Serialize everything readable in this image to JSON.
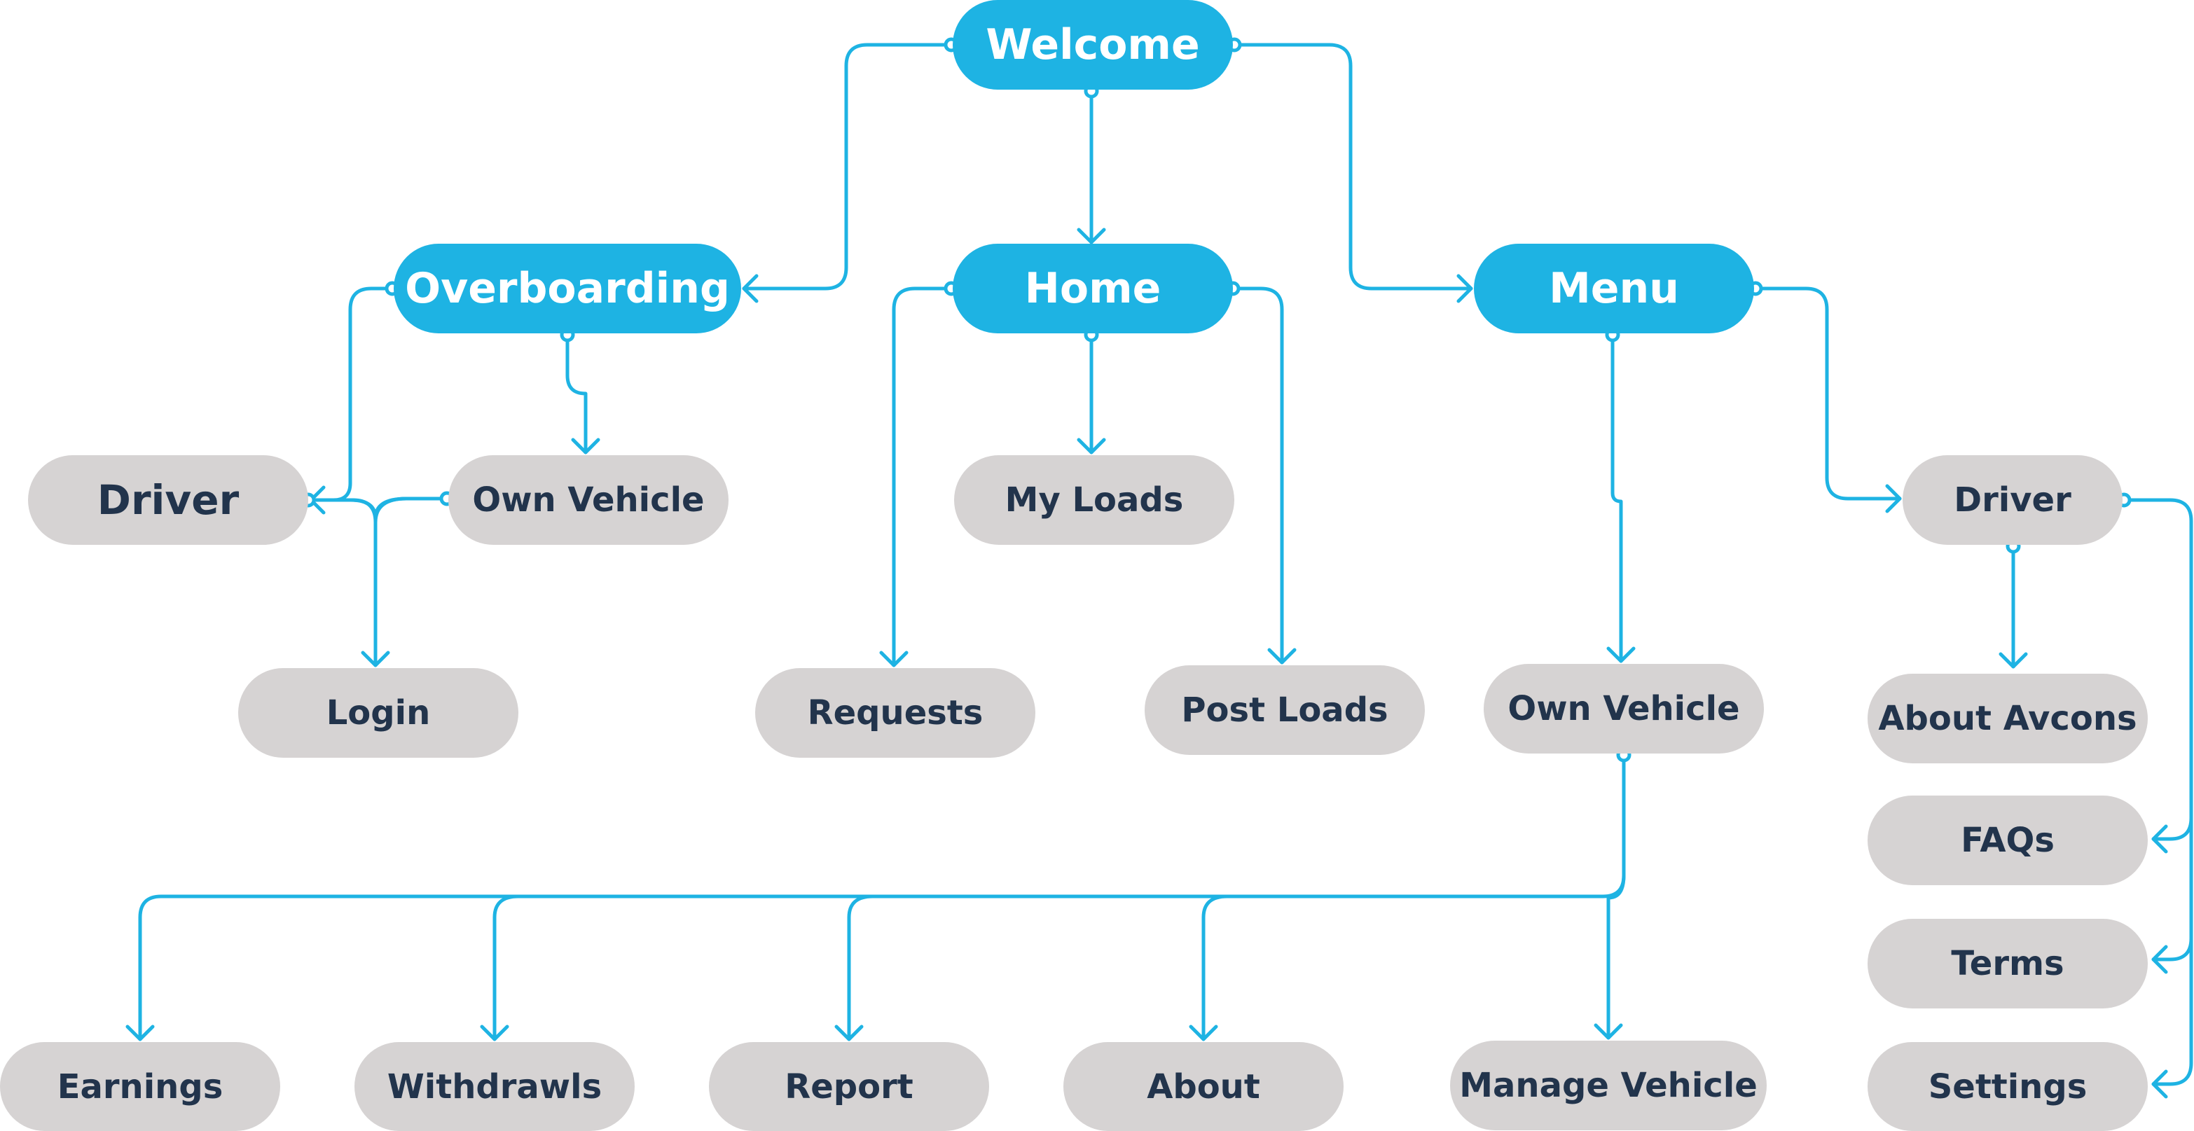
{
  "colors": {
    "primary": "#1eb3e3",
    "secondary": "#d6d3d3",
    "primary_text": "#ffffff",
    "secondary_text": "#22344c",
    "connector": "#1eb3e3"
  },
  "nodes": {
    "welcome": {
      "label": "Welcome",
      "kind": "primary"
    },
    "overboarding": {
      "label": "Overboarding",
      "kind": "primary"
    },
    "home": {
      "label": "Home",
      "kind": "primary"
    },
    "menu": {
      "label": "Menu",
      "kind": "primary"
    },
    "driver_left": {
      "label": "Driver",
      "kind": "secondary"
    },
    "own_vehicle_top": {
      "label": "Own Vehicle",
      "kind": "secondary"
    },
    "login": {
      "label": "Login",
      "kind": "secondary"
    },
    "my_loads": {
      "label": "My Loads",
      "kind": "secondary"
    },
    "requests": {
      "label": "Requests",
      "kind": "secondary"
    },
    "post_loads": {
      "label": "Post Loads",
      "kind": "secondary"
    },
    "own_vehicle_menu": {
      "label": "Own Vehicle",
      "kind": "secondary"
    },
    "driver_right": {
      "label": "Driver",
      "kind": "secondary"
    },
    "about_avcons": {
      "label": "About Avcons",
      "kind": "secondary"
    },
    "faqs": {
      "label": "FAQs",
      "kind": "secondary"
    },
    "terms": {
      "label": "Terms",
      "kind": "secondary"
    },
    "settings": {
      "label": "Settings",
      "kind": "secondary"
    },
    "earnings": {
      "label": "Earnings",
      "kind": "secondary"
    },
    "withdrawls": {
      "label": "Withdrawls",
      "kind": "secondary"
    },
    "report": {
      "label": "Report",
      "kind": "secondary"
    },
    "about": {
      "label": "About",
      "kind": "secondary"
    },
    "manage_vehicle": {
      "label": "Manage Vehicle",
      "kind": "secondary"
    }
  },
  "edges": [
    {
      "from": "welcome",
      "to": "overboarding"
    },
    {
      "from": "welcome",
      "to": "home"
    },
    {
      "from": "welcome",
      "to": "menu"
    },
    {
      "from": "overboarding",
      "to": "driver_left"
    },
    {
      "from": "overboarding",
      "to": "own_vehicle_top"
    },
    {
      "from": "own_vehicle_top",
      "to": "driver_left"
    },
    {
      "from": "driver_left",
      "to": "login"
    },
    {
      "from": "own_vehicle_top",
      "to": "login"
    },
    {
      "from": "home",
      "to": "my_loads"
    },
    {
      "from": "home",
      "to": "requests"
    },
    {
      "from": "home",
      "to": "post_loads"
    },
    {
      "from": "menu",
      "to": "own_vehicle_menu"
    },
    {
      "from": "menu",
      "to": "driver_right"
    },
    {
      "from": "driver_right",
      "to": "about_avcons"
    },
    {
      "from": "driver_right",
      "to": "faqs"
    },
    {
      "from": "driver_right",
      "to": "terms"
    },
    {
      "from": "driver_right",
      "to": "settings"
    },
    {
      "from": "own_vehicle_menu",
      "to": "earnings"
    },
    {
      "from": "own_vehicle_menu",
      "to": "withdrawls"
    },
    {
      "from": "own_vehicle_menu",
      "to": "report"
    },
    {
      "from": "own_vehicle_menu",
      "to": "about"
    },
    {
      "from": "own_vehicle_menu",
      "to": "manage_vehicle"
    }
  ]
}
